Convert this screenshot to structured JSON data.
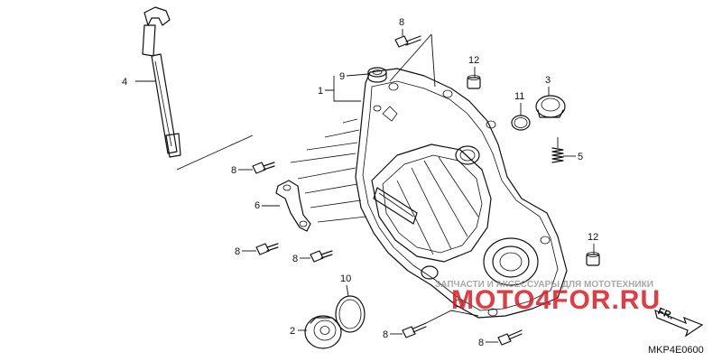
{
  "diagram": {
    "callouts": [
      {
        "id": "c-8a",
        "text": "8"
      },
      {
        "id": "c-9",
        "text": "9"
      },
      {
        "id": "c-1",
        "text": "1"
      },
      {
        "id": "c-12a",
        "text": "12"
      },
      {
        "id": "c-3",
        "text": "3"
      },
      {
        "id": "c-11",
        "text": "11"
      },
      {
        "id": "c-5",
        "text": "5"
      },
      {
        "id": "c-4",
        "text": "4"
      },
      {
        "id": "c-8b",
        "text": "8"
      },
      {
        "id": "c-6",
        "text": "6"
      },
      {
        "id": "c-8c",
        "text": "8"
      },
      {
        "id": "c-8d",
        "text": "8"
      },
      {
        "id": "c-10",
        "text": "10"
      },
      {
        "id": "c-2",
        "text": "2"
      },
      {
        "id": "c-8e",
        "text": "8"
      },
      {
        "id": "c-8f",
        "text": "8"
      },
      {
        "id": "c-12b",
        "text": "12"
      }
    ],
    "direction_label": "FR.",
    "diagram_code": "MKP4E0600",
    "watermark_site": "MOTO4FOR.RU",
    "watermark_slogan": "ЗАПЧАСТИ И АКСЕССУАРЫ ДЛЯ МОТОТЕХНИКИ"
  },
  "colors": {
    "ink": "#111111",
    "watermark_red": "#e01a22",
    "watermark_grey": "#9a9a9a"
  }
}
